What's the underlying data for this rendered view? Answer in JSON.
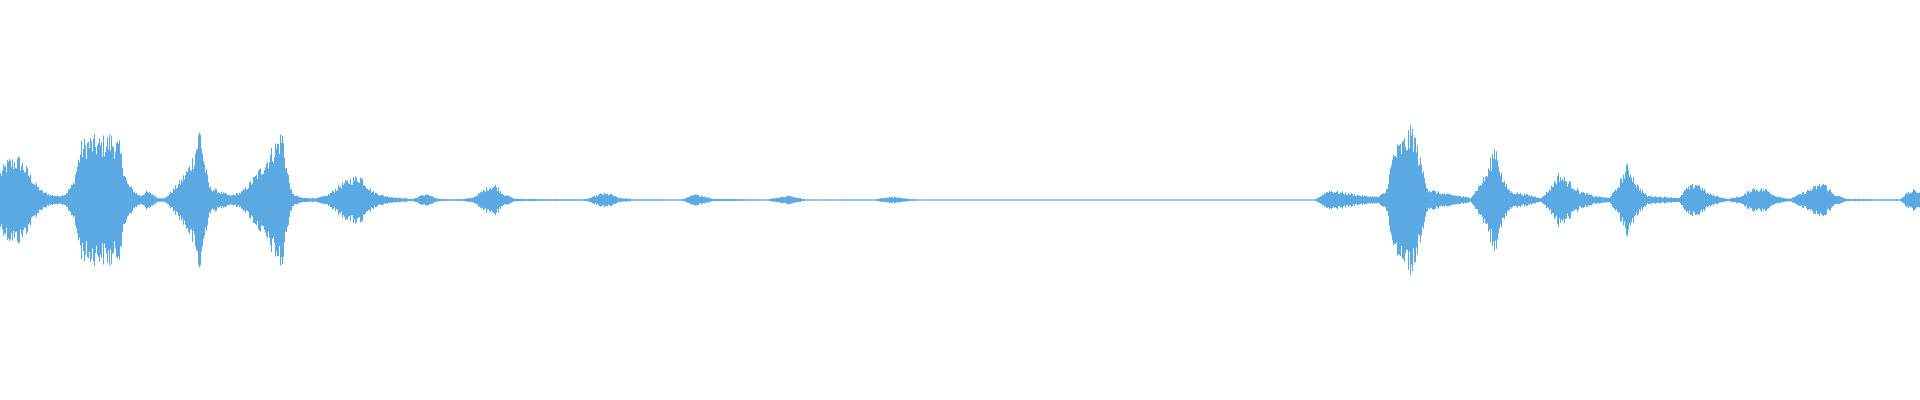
{
  "waveform": {
    "color": "#5aa9e2",
    "background": "#ffffff",
    "duration_fraction_scale": "0-1",
    "envelope": [
      [
        0.0,
        0.13
      ],
      [
        0.004,
        0.18
      ],
      [
        0.01,
        0.19
      ],
      [
        0.014,
        0.14
      ],
      [
        0.018,
        0.08
      ],
      [
        0.022,
        0.04
      ],
      [
        0.026,
        0.025
      ],
      [
        0.03,
        0.02
      ],
      [
        0.034,
        0.03
      ],
      [
        0.038,
        0.08
      ],
      [
        0.042,
        0.25
      ],
      [
        0.046,
        0.28
      ],
      [
        0.052,
        0.27
      ],
      [
        0.058,
        0.29
      ],
      [
        0.062,
        0.25
      ],
      [
        0.066,
        0.08
      ],
      [
        0.07,
        0.04
      ],
      [
        0.073,
        0.02
      ],
      [
        0.076,
        0.04
      ],
      [
        0.079,
        0.03
      ],
      [
        0.082,
        0.01
      ],
      [
        0.086,
        0.01
      ],
      [
        0.09,
        0.05
      ],
      [
        0.094,
        0.09
      ],
      [
        0.098,
        0.15
      ],
      [
        0.101,
        0.21
      ],
      [
        0.104,
        0.34
      ],
      [
        0.106,
        0.19
      ],
      [
        0.109,
        0.06
      ],
      [
        0.114,
        0.04
      ],
      [
        0.12,
        0.02
      ],
      [
        0.126,
        0.04
      ],
      [
        0.131,
        0.09
      ],
      [
        0.136,
        0.15
      ],
      [
        0.147,
        0.31
      ],
      [
        0.149,
        0.16
      ],
      [
        0.152,
        0.03
      ],
      [
        0.157,
        0.01
      ],
      [
        0.165,
        0.01
      ],
      [
        0.17,
        0.02
      ],
      [
        0.177,
        0.07
      ],
      [
        0.183,
        0.1
      ],
      [
        0.188,
        0.11
      ],
      [
        0.19,
        0.08
      ],
      [
        0.194,
        0.04
      ],
      [
        0.2,
        0.02
      ],
      [
        0.208,
        0.01
      ],
      [
        0.215,
        0.005
      ],
      [
        0.219,
        0.02
      ],
      [
        0.222,
        0.03
      ],
      [
        0.224,
        0.02
      ],
      [
        0.228,
        0.005
      ],
      [
        0.24,
        0.004
      ],
      [
        0.246,
        0.01
      ],
      [
        0.25,
        0.035
      ],
      [
        0.254,
        0.06
      ],
      [
        0.258,
        0.07
      ],
      [
        0.262,
        0.03
      ],
      [
        0.268,
        0.006
      ],
      [
        0.285,
        0.004
      ],
      [
        0.305,
        0.004
      ],
      [
        0.309,
        0.015
      ],
      [
        0.313,
        0.03
      ],
      [
        0.318,
        0.028
      ],
      [
        0.322,
        0.01
      ],
      [
        0.33,
        0.004
      ],
      [
        0.355,
        0.003
      ],
      [
        0.358,
        0.012
      ],
      [
        0.362,
        0.025
      ],
      [
        0.366,
        0.02
      ],
      [
        0.371,
        0.006
      ],
      [
        0.4,
        0.003
      ],
      [
        0.405,
        0.012
      ],
      [
        0.41,
        0.022
      ],
      [
        0.415,
        0.012
      ],
      [
        0.42,
        0.003
      ],
      [
        0.455,
        0.003
      ],
      [
        0.46,
        0.01
      ],
      [
        0.465,
        0.016
      ],
      [
        0.47,
        0.008
      ],
      [
        0.48,
        0.002
      ],
      [
        0.56,
        0.002
      ],
      [
        0.64,
        0.002
      ],
      [
        0.685,
        0.002
      ],
      [
        0.688,
        0.02
      ],
      [
        0.692,
        0.045
      ],
      [
        0.7,
        0.035
      ],
      [
        0.71,
        0.02
      ],
      [
        0.718,
        0.015
      ],
      [
        0.722,
        0.04
      ],
      [
        0.726,
        0.22
      ],
      [
        0.732,
        0.28
      ],
      [
        0.736,
        0.33
      ],
      [
        0.74,
        0.18
      ],
      [
        0.744,
        0.05
      ],
      [
        0.752,
        0.03
      ],
      [
        0.76,
        0.02
      ],
      [
        0.766,
        0.01
      ],
      [
        0.77,
        0.06
      ],
      [
        0.775,
        0.13
      ],
      [
        0.779,
        0.26
      ],
      [
        0.783,
        0.09
      ],
      [
        0.787,
        0.04
      ],
      [
        0.793,
        0.03
      ],
      [
        0.798,
        0.02
      ],
      [
        0.803,
        0.01
      ],
      [
        0.808,
        0.06
      ],
      [
        0.812,
        0.12
      ],
      [
        0.818,
        0.08
      ],
      [
        0.823,
        0.04
      ],
      [
        0.83,
        0.02
      ],
      [
        0.838,
        0.01
      ],
      [
        0.842,
        0.05
      ],
      [
        0.848,
        0.16
      ],
      [
        0.853,
        0.07
      ],
      [
        0.858,
        0.02
      ],
      [
        0.875,
        0.01
      ],
      [
        0.878,
        0.05
      ],
      [
        0.884,
        0.08
      ],
      [
        0.89,
        0.03
      ],
      [
        0.9,
        0.005
      ],
      [
        0.908,
        0.02
      ],
      [
        0.913,
        0.055
      ],
      [
        0.92,
        0.05
      ],
      [
        0.925,
        0.02
      ],
      [
        0.932,
        0.005
      ],
      [
        0.936,
        0.02
      ],
      [
        0.943,
        0.05
      ],
      [
        0.95,
        0.08
      ],
      [
        0.955,
        0.03
      ],
      [
        0.962,
        0.005
      ],
      [
        0.975,
        0.004
      ],
      [
        0.99,
        0.004
      ],
      [
        0.993,
        0.03
      ],
      [
        0.997,
        0.045
      ],
      [
        1.0,
        0.04
      ]
    ]
  }
}
